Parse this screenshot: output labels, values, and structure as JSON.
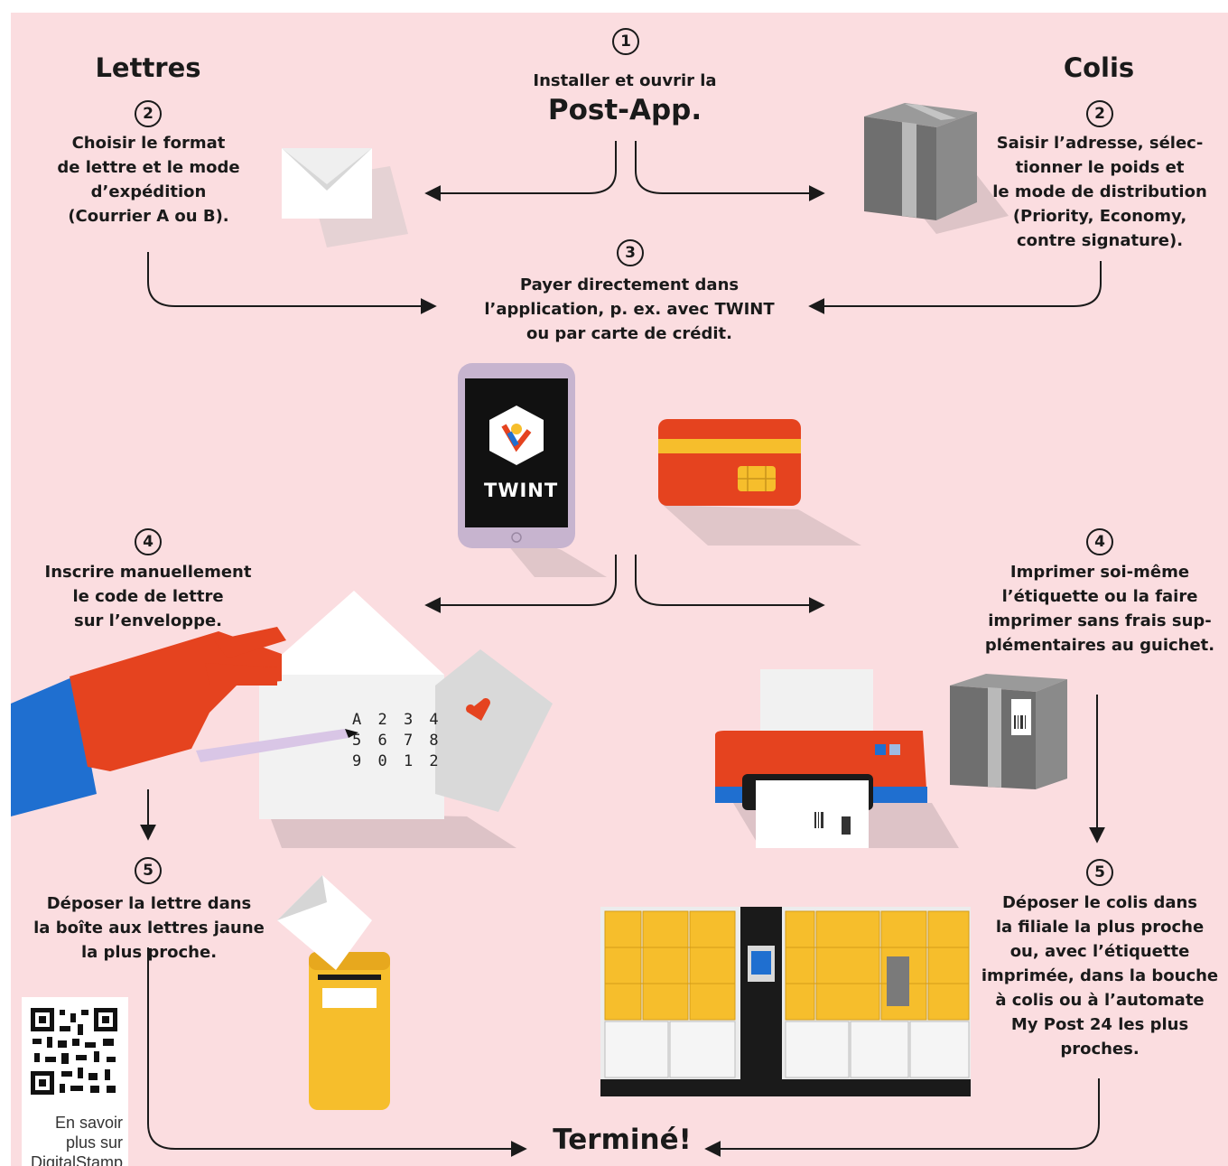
{
  "letters": {
    "title": "Lettres",
    "step2": {
      "num": "2",
      "lines": [
        "Choisir le format",
        "de lettre et le mode",
        "d’expédition",
        "(Courrier A ou B)."
      ]
    },
    "step4": {
      "num": "4",
      "lines": [
        "Inscrire manuellement",
        "le code de lettre",
        "sur l’enveloppe."
      ]
    },
    "step5": {
      "num": "5",
      "lines": [
        "Déposer la lettre dans",
        "la boîte aux lettres jaune",
        "la plus proche."
      ]
    },
    "code": [
      "A 2 3 4",
      "5 6 7 8",
      "9 0 1 2"
    ]
  },
  "parcels": {
    "title": "Colis",
    "step2": {
      "num": "2",
      "lines": [
        "Saisir l’adresse, sélec-",
        "tionner le poids et",
        "le mode de distribution",
        "(Priority, Economy,",
        "contre signature)."
      ]
    },
    "step4": {
      "num": "4",
      "lines": [
        "Imprimer soi-même",
        "l’étiquette ou la faire",
        "imprimer sans frais sup-",
        "plémentaires au guichet."
      ]
    },
    "step5": {
      "num": "5",
      "lines": [
        "Déposer le colis dans",
        "la filiale la plus proche",
        "ou, avec l’étiquette",
        "imprimée, dans la bouche",
        "à colis ou à l’automate",
        "My Post 24 les plus",
        "proches."
      ]
    }
  },
  "step1": {
    "num": "1",
    "line1": "Installer et ouvrir la",
    "line2": "Post-App."
  },
  "step3": {
    "num": "3",
    "lines": [
      "Payer directement dans",
      "l’application, p. ex. avec TWINT",
      "ou par carte de crédit."
    ]
  },
  "twint": "TWINT",
  "finish": "Terminé!",
  "qr_lines": [
    "En savoir",
    "plus sur",
    "DigitalStamp"
  ],
  "colors": {
    "background": "#fbdde0",
    "text": "#1a1a1a",
    "red": "#e5431f",
    "yellow": "#f6be2c",
    "blue": "#1f6fd0",
    "grey": "#7a7a7a"
  }
}
